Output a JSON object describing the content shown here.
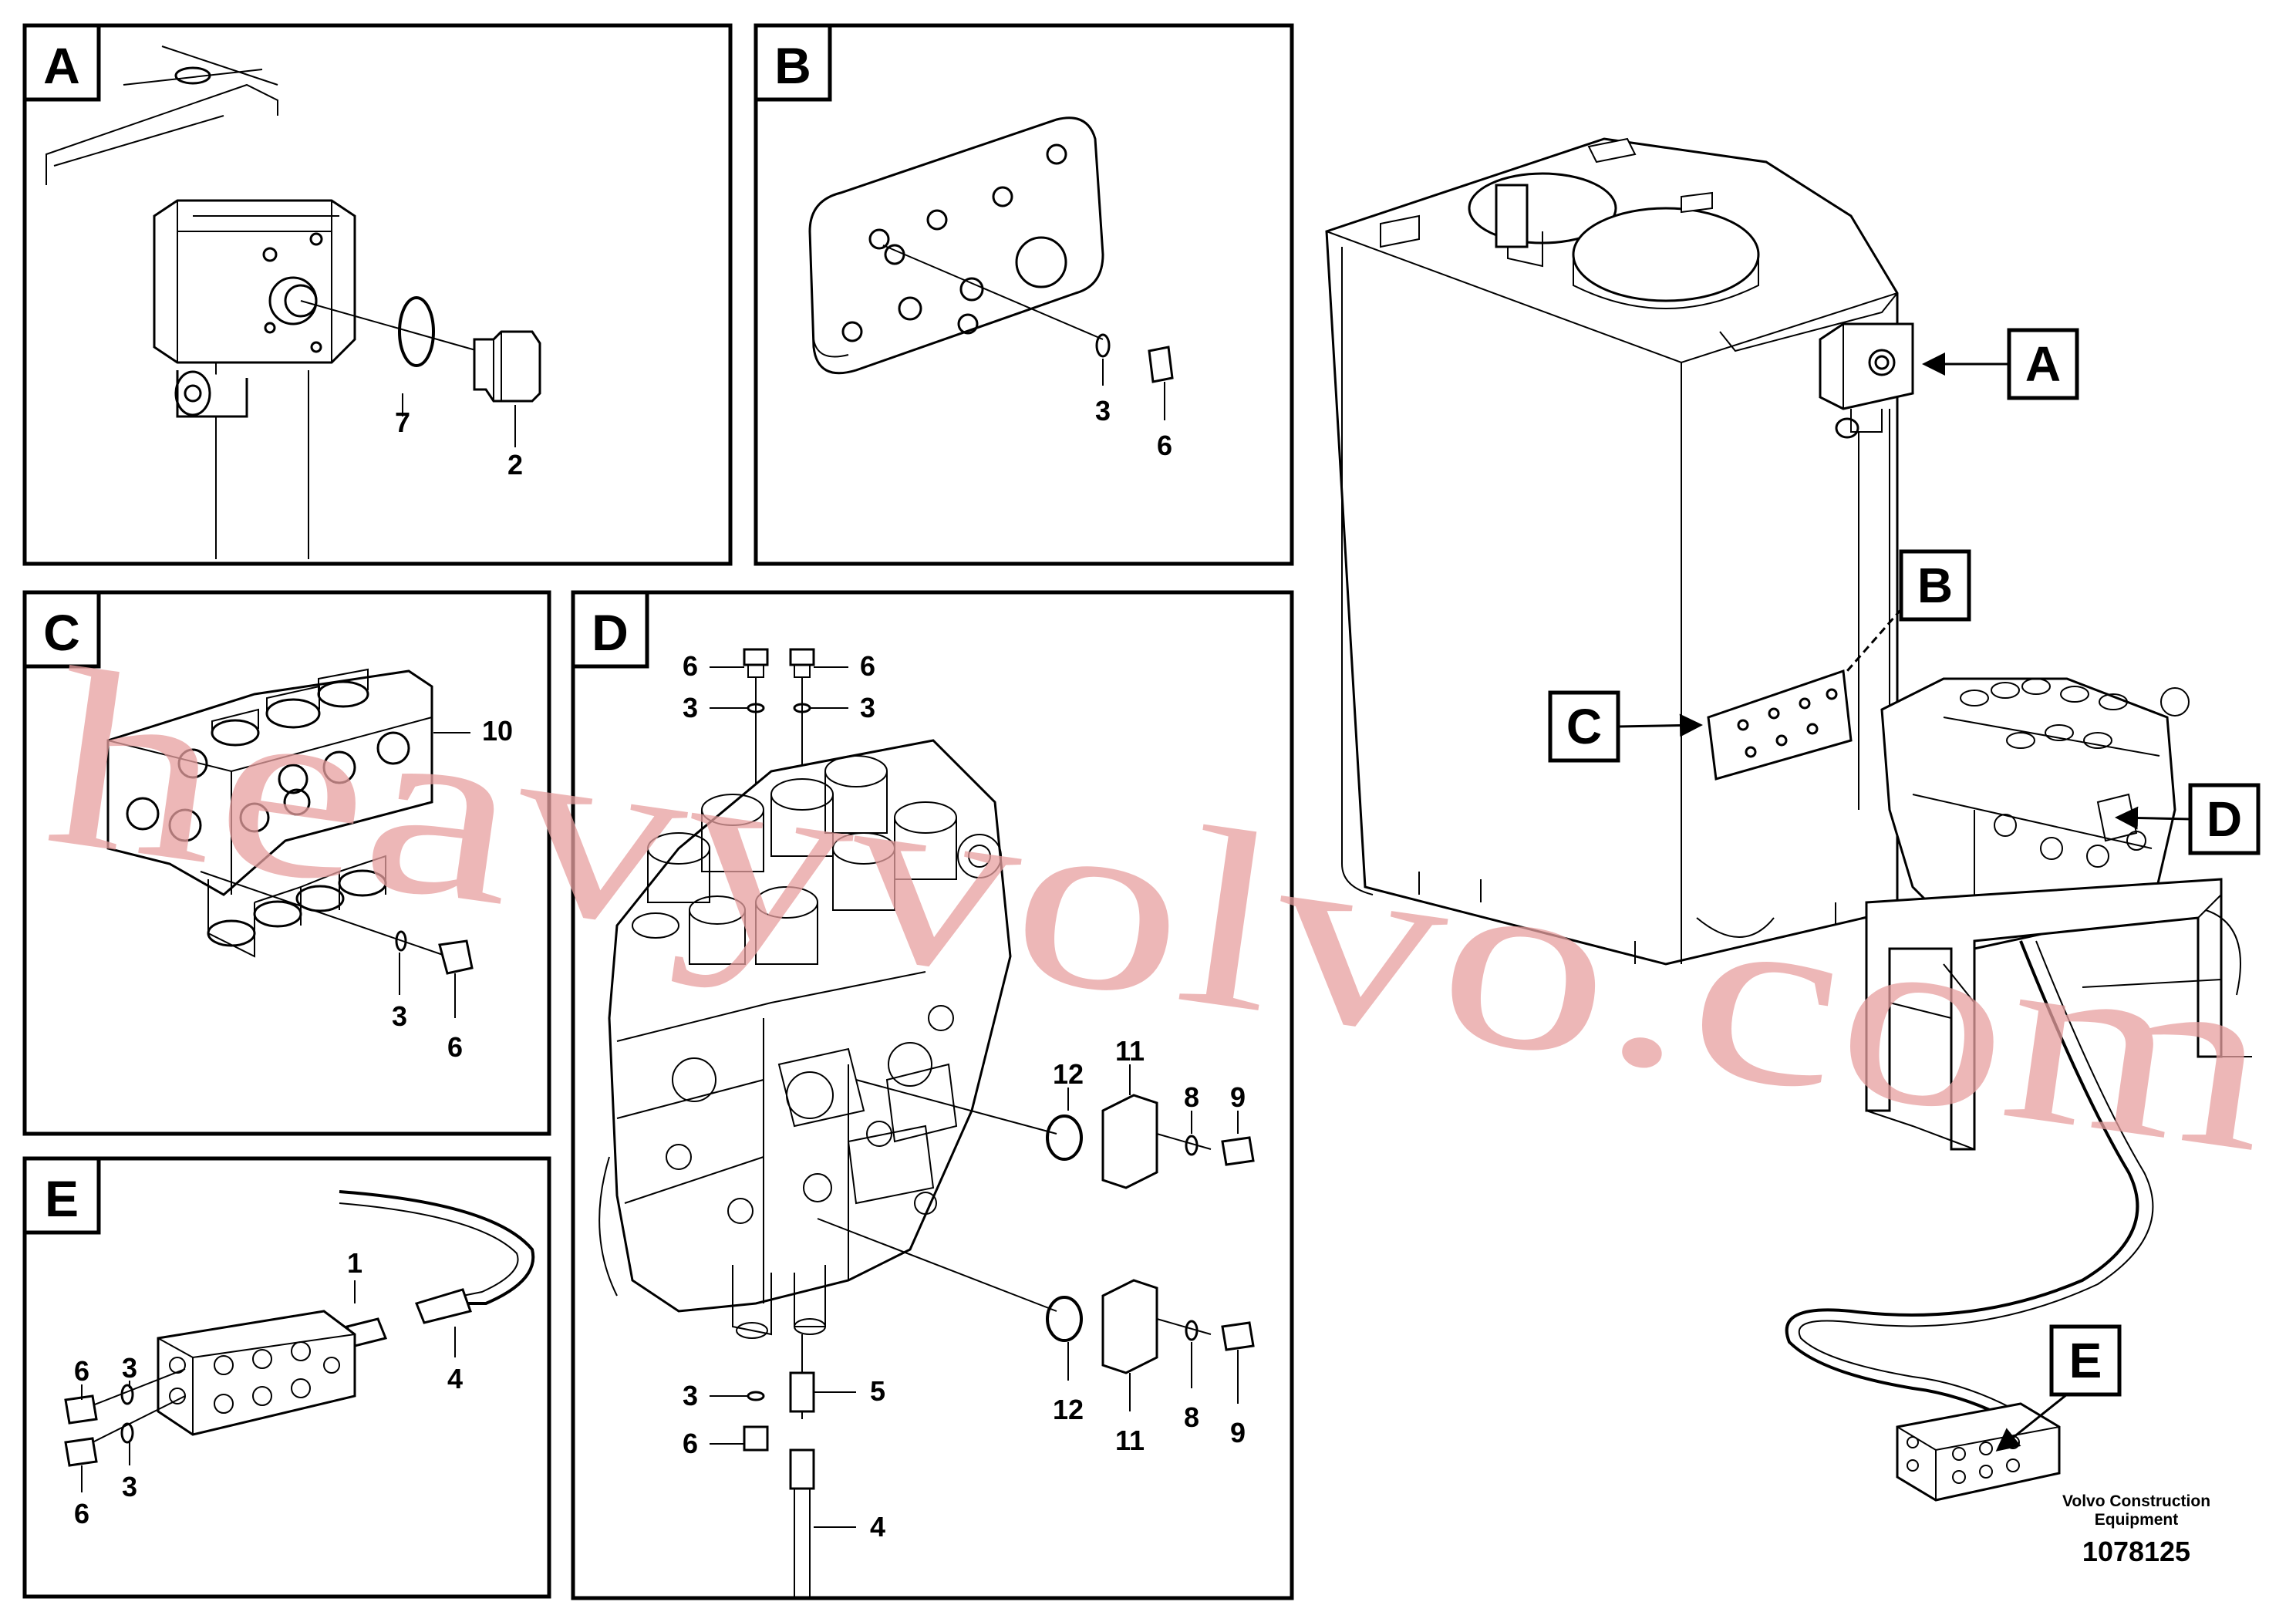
{
  "panels": {
    "A": {
      "letter": "A",
      "callouts": [
        "7",
        "2"
      ]
    },
    "B": {
      "letter": "B",
      "callouts": [
        "3",
        "6"
      ]
    },
    "C": {
      "letter": "C",
      "callouts": [
        "10",
        "3",
        "6"
      ]
    },
    "D": {
      "letter": "D",
      "callouts": [
        "6",
        "6",
        "3",
        "3",
        "12",
        "11",
        "8",
        "9",
        "12",
        "11",
        "8",
        "9",
        "3",
        "5",
        "6",
        "4"
      ]
    },
    "E": {
      "letter": "E",
      "callouts": [
        "1",
        "4",
        "6",
        "3",
        "3",
        "6"
      ]
    }
  },
  "overview_labels": [
    "A",
    "B",
    "C",
    "D",
    "E"
  ],
  "watermark": "heavyvolvo.com",
  "footer": {
    "company_line1": "Volvo Construction",
    "company_line2": "Equipment",
    "drawing_number": "1078125"
  },
  "colors": {
    "line": "#000000",
    "watermark": "#e8a0a0",
    "background": "#ffffff"
  }
}
